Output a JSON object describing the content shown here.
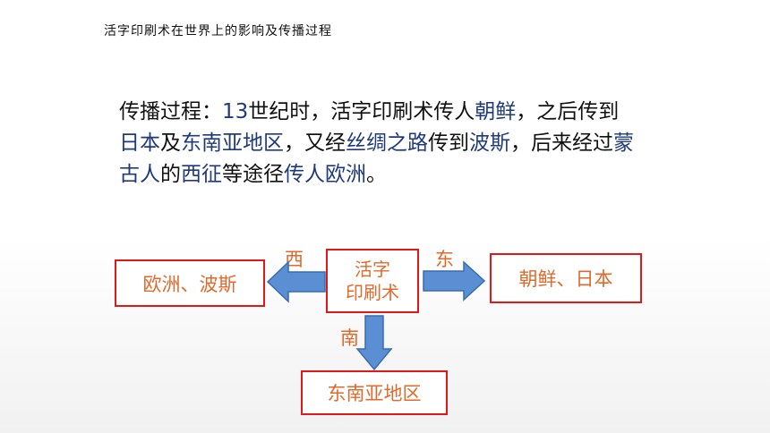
{
  "header": {
    "title": "活字印刷术在世界上的影响及传播过程"
  },
  "paragraph": {
    "label": "传播过程：",
    "segments": [
      {
        "text": "13",
        "hl": true
      },
      {
        "text": "世纪时，活字印刷术传人",
        "hl": false
      },
      {
        "text": "朝鲜",
        "hl": true
      },
      {
        "text": "，之后传到",
        "hl": false
      },
      {
        "text": "日本",
        "hl": true
      },
      {
        "text": "及",
        "hl": false
      },
      {
        "text": "东南亚地区",
        "hl": true
      },
      {
        "text": "，又经",
        "hl": false
      },
      {
        "text": "丝绸之路",
        "hl": true
      },
      {
        "text": "传到",
        "hl": false
      },
      {
        "text": "波斯",
        "hl": true
      },
      {
        "text": "，后来经过",
        "hl": false
      },
      {
        "text": "蒙古人",
        "hl": true
      },
      {
        "text": "的",
        "hl": false
      },
      {
        "text": "西征",
        "hl": true
      },
      {
        "text": "等途径",
        "hl": false
      },
      {
        "text": "传人欧洲",
        "hl": true
      },
      {
        "text": "。",
        "hl": false
      }
    ]
  },
  "diagram": {
    "center": {
      "line1": "活字",
      "line2": "印刷术"
    },
    "west": {
      "direction": "西",
      "destination": "欧洲、波斯"
    },
    "east": {
      "direction": "东",
      "destination": "朝鲜、日本"
    },
    "south": {
      "direction": "南",
      "destination": "东南亚地区"
    }
  },
  "colors": {
    "highlight_text": "#1f3a7a",
    "box_border": "#e01818",
    "box_text": "#e06a2c",
    "arrow_fill": "#5b8fd4",
    "arrow_stroke": "#3a6cb0"
  }
}
